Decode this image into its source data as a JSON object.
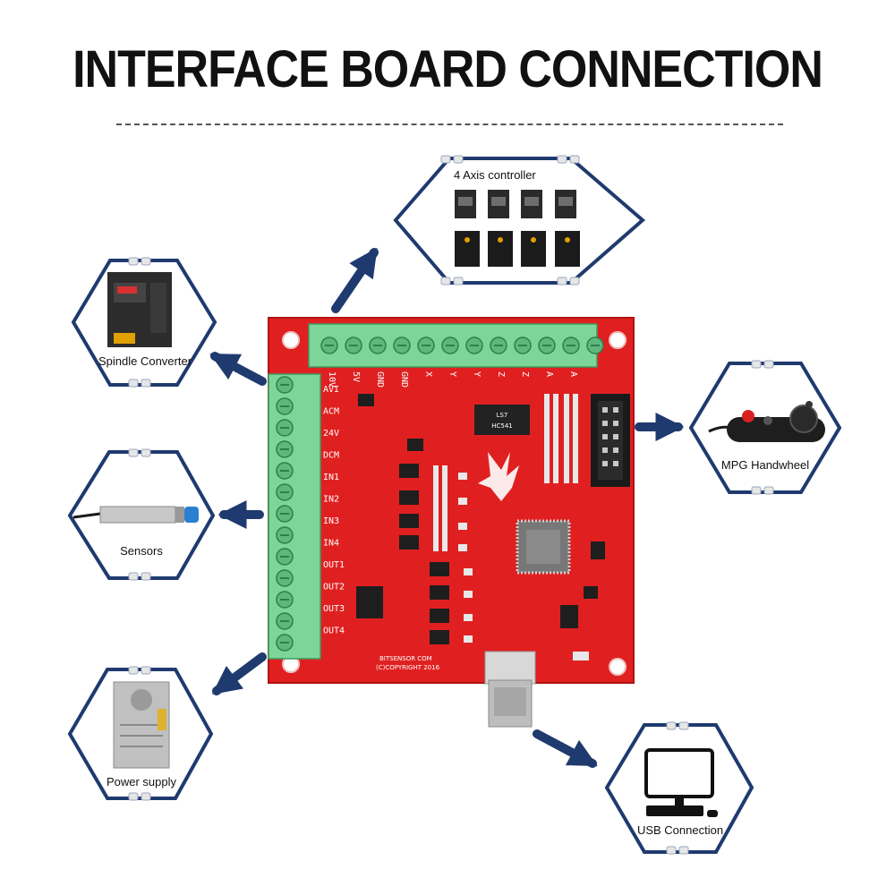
{
  "title": "INTERFACE BOARD CONNECTION",
  "board": {
    "top_pins": [
      "10V",
      "5V",
      "GND",
      "GND",
      "X",
      "Y",
      "Y",
      "Z",
      "Z",
      "A",
      "A"
    ],
    "left_pins": [
      "AVI",
      "ACM",
      "24V",
      "DCM",
      "IN1",
      "IN2",
      "IN3",
      "IN4",
      "OUT1",
      "OUT2",
      "OUT3",
      "OUT4"
    ],
    "silkscreen": "BITSENSOR COM\n(C)COPYRIGHT 2016"
  },
  "nodes": {
    "axis": "4 Axis controller",
    "spindle": "Spindle Converter",
    "sensors": "Sensors",
    "power": "Power supply",
    "mpg": "MPG Handwheel",
    "usb": "USB Connection"
  },
  "colors": {
    "frame": "#1f3a6e",
    "arrow": "#1f3a6e",
    "board": "#e02020",
    "terminal": "#7ed59a"
  }
}
